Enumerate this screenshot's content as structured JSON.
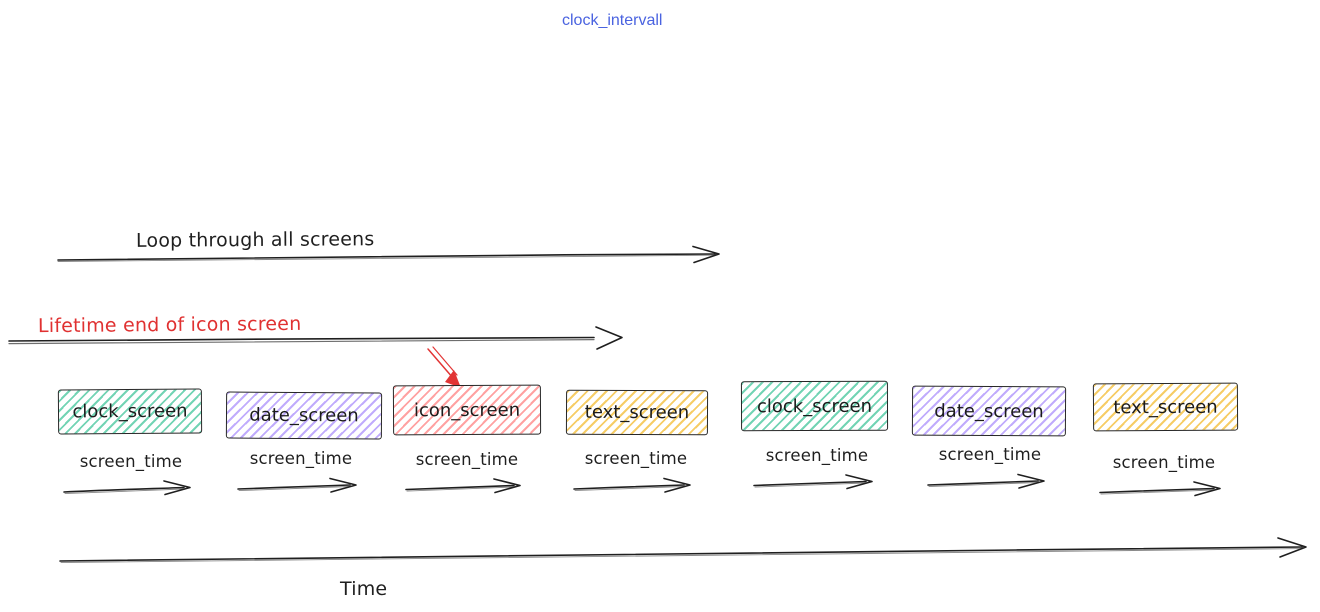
{
  "title": "clock_intervall",
  "annotations": {
    "loop_label": "Loop through all screens",
    "lifetime_label": "Lifetime end of icon screen",
    "screen_time_label": "screen_time",
    "time_axis_label": "Time"
  },
  "screens": [
    {
      "label": "clock_screen",
      "color": "green"
    },
    {
      "label": "date_screen",
      "color": "purple"
    },
    {
      "label": "icon_screen",
      "color": "red"
    },
    {
      "label": "text_screen",
      "color": "yellow"
    },
    {
      "label": "clock_screen",
      "color": "green"
    },
    {
      "label": "date_screen",
      "color": "purple"
    },
    {
      "label": "text_screen",
      "color": "yellow"
    }
  ],
  "palette": {
    "title_blue": "#4a63e0",
    "annotation_red": "#e03131",
    "ink": "#1f1f1f",
    "green_hatch": "#50c9a2",
    "purple_hatch": "#b197fc",
    "red_hatch": "#ff8b8b",
    "yellow_hatch": "#f5c44c"
  }
}
